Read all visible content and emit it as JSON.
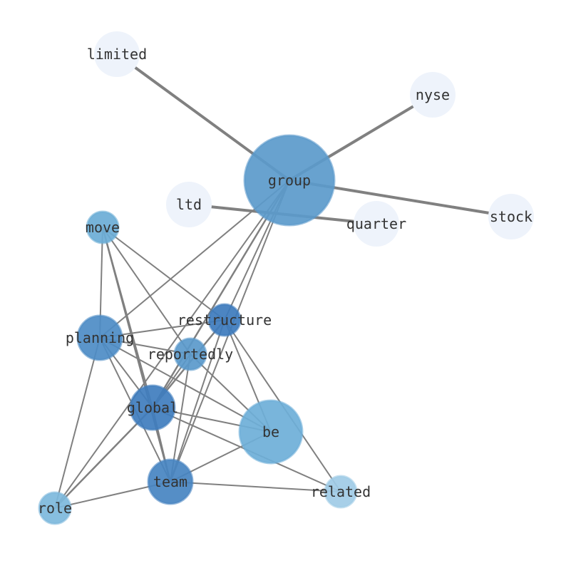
{
  "graph": {
    "nodes": [
      {
        "id": "limited",
        "label": "limited",
        "color": "#eef3fb"
      },
      {
        "id": "nyse",
        "label": "nyse",
        "color": "#eef3fb"
      },
      {
        "id": "group",
        "label": "group",
        "color": "#5b9acb"
      },
      {
        "id": "ltd",
        "label": "ltd",
        "color": "#eef3fb"
      },
      {
        "id": "quarter",
        "label": "quarter",
        "color": "#eef3fb"
      },
      {
        "id": "stock",
        "label": "stock",
        "color": "#eef3fb"
      },
      {
        "id": "move",
        "label": "move",
        "color": "#6badd6"
      },
      {
        "id": "restructure",
        "label": "restructure",
        "color": "#3d7bbd"
      },
      {
        "id": "planning",
        "label": "planning",
        "color": "#4d8cc5"
      },
      {
        "id": "reportedly",
        "label": "reportedly",
        "color": "#5a99cb"
      },
      {
        "id": "global",
        "label": "global",
        "color": "#3f7dbe"
      },
      {
        "id": "be",
        "label": "be",
        "color": "#6eafd8"
      },
      {
        "id": "team",
        "label": "team",
        "color": "#4784c1"
      },
      {
        "id": "related",
        "label": "related",
        "color": "#9fcbe6"
      },
      {
        "id": "role",
        "label": "role",
        "color": "#7db8dc"
      }
    ],
    "edges": [
      {
        "source": "group",
        "target": "limited",
        "weight": 4
      },
      {
        "source": "group",
        "target": "nyse",
        "weight": 4
      },
      {
        "source": "group",
        "target": "stock",
        "weight": 4
      },
      {
        "source": "ltd",
        "target": "quarter",
        "weight": 4
      },
      {
        "source": "group",
        "target": "planning",
        "weight": 2
      },
      {
        "source": "group",
        "target": "restructure",
        "weight": 2
      },
      {
        "source": "group",
        "target": "global",
        "weight": 2.5
      },
      {
        "source": "group",
        "target": "team",
        "weight": 2
      },
      {
        "source": "group",
        "target": "role",
        "weight": 2
      },
      {
        "source": "move",
        "target": "planning",
        "weight": 2
      },
      {
        "source": "move",
        "target": "restructure",
        "weight": 2
      },
      {
        "source": "move",
        "target": "reportedly",
        "weight": 2
      },
      {
        "source": "move",
        "target": "global",
        "weight": 2
      },
      {
        "source": "move",
        "target": "team",
        "weight": 2.5
      },
      {
        "source": "restructure",
        "target": "planning",
        "weight": 2
      },
      {
        "source": "restructure",
        "target": "global",
        "weight": 2.5
      },
      {
        "source": "restructure",
        "target": "be",
        "weight": 2
      },
      {
        "source": "restructure",
        "target": "related",
        "weight": 2
      },
      {
        "source": "restructure",
        "target": "team",
        "weight": 2
      },
      {
        "source": "planning",
        "target": "reportedly",
        "weight": 2
      },
      {
        "source": "planning",
        "target": "be",
        "weight": 2
      },
      {
        "source": "planning",
        "target": "team",
        "weight": 2
      },
      {
        "source": "planning",
        "target": "role",
        "weight": 2
      },
      {
        "source": "planning",
        "target": "global",
        "weight": 2
      },
      {
        "source": "reportedly",
        "target": "be",
        "weight": 2
      },
      {
        "source": "reportedly",
        "target": "team",
        "weight": 2
      },
      {
        "source": "reportedly",
        "target": "global",
        "weight": 2
      },
      {
        "source": "global",
        "target": "be",
        "weight": 2
      },
      {
        "source": "global",
        "target": "related",
        "weight": 2
      },
      {
        "source": "global",
        "target": "team",
        "weight": 2
      },
      {
        "source": "global",
        "target": "role",
        "weight": 2.5
      },
      {
        "source": "be",
        "target": "team",
        "weight": 2
      },
      {
        "source": "team",
        "target": "related",
        "weight": 2
      },
      {
        "source": "team",
        "target": "role",
        "weight": 2
      }
    ],
    "edge_color": "#808080",
    "label_color": "#333333"
  }
}
